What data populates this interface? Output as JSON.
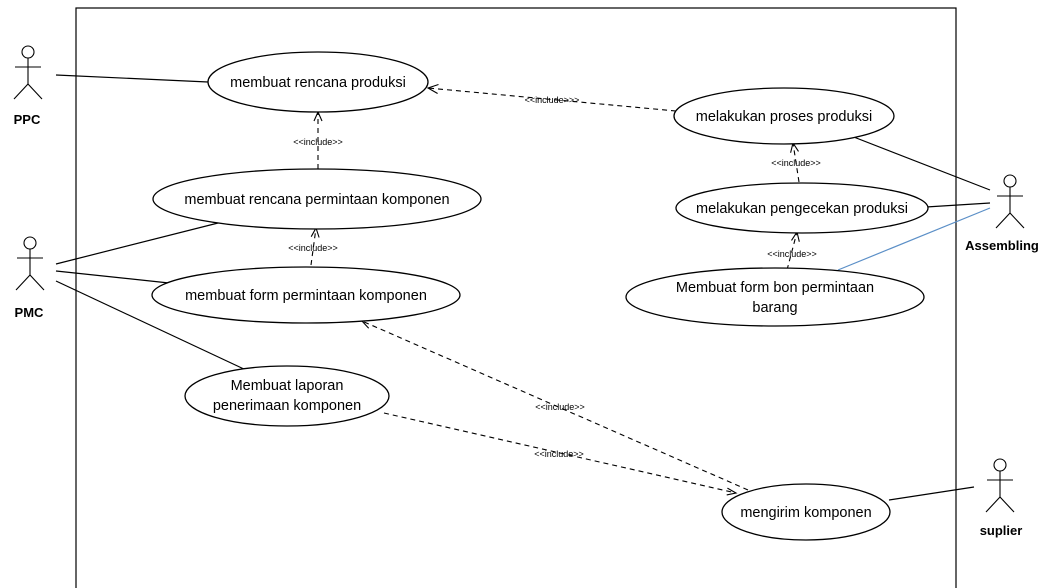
{
  "actors": {
    "ppc": "PPC",
    "pmc": "PMC",
    "assembling": "Assembling",
    "suplier": "suplier"
  },
  "use_cases": {
    "rencana_produksi": [
      "membuat rencana produksi"
    ],
    "rencana_permintaan": [
      "membuat rencana permintaan komponen"
    ],
    "form_permintaan": [
      "membuat form permintaan komponen"
    ],
    "laporan_penerimaan": [
      "Membuat laporan",
      "penerimaan komponen"
    ],
    "proses_produksi": [
      "melakukan proses produksi"
    ],
    "pengecekan_produksi": [
      "melakukan pengecekan produksi"
    ],
    "form_bon": [
      "Membuat form bon permintaan",
      "barang"
    ],
    "mengirim_komponen": [
      "mengirim komponen"
    ]
  },
  "relations": {
    "include_label": "<<include>>",
    "include_label_alt": "<<include>>>"
  },
  "colors": {
    "line": "#000000",
    "highlight_association": "#5b8fc7",
    "background": "#ffffff"
  }
}
